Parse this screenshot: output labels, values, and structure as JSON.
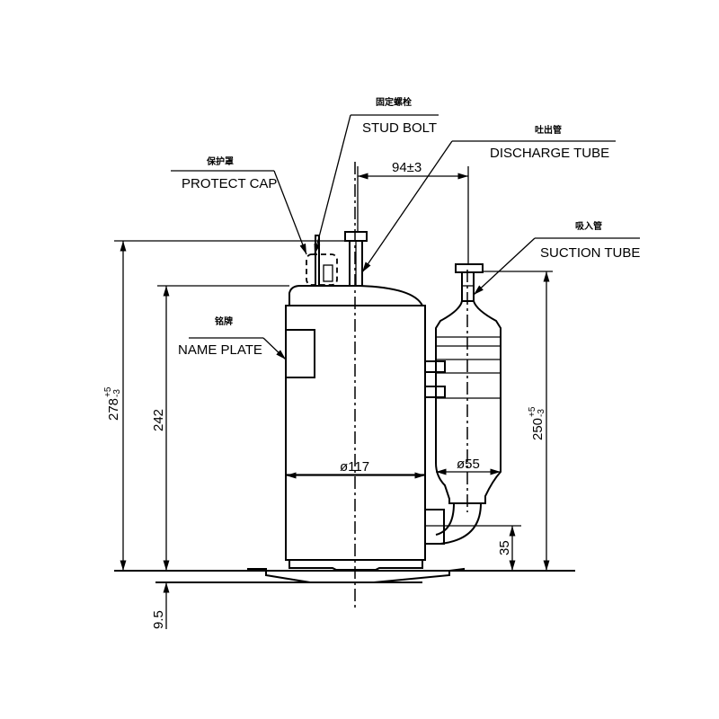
{
  "labels": {
    "stud_bolt": {
      "cn": "固定螺栓",
      "en": "STUD BOLT"
    },
    "protect_cap": {
      "cn": "保护罩",
      "en": "PROTECT CAP"
    },
    "discharge_tube": {
      "cn": "吐出管",
      "en": "DISCHARGE TUBE"
    },
    "suction_tube": {
      "cn": "吸入管",
      "en": "SUCTION TUBE"
    },
    "name_plate": {
      "cn": "铭牌",
      "en": "NAME PLATE"
    }
  },
  "dimensions": {
    "tube_spacing": "94±3",
    "shell_diameter": "ø117",
    "accumulator_diameter": "ø55",
    "total_height": {
      "value": "278",
      "upper_tol": "+5",
      "lower_tol": "-3"
    },
    "shell_height": "242",
    "suction_height": {
      "value": "250",
      "upper_tol": "+5",
      "lower_tol": "-3"
    },
    "inlet_height": "35",
    "base_height": "9.5"
  }
}
